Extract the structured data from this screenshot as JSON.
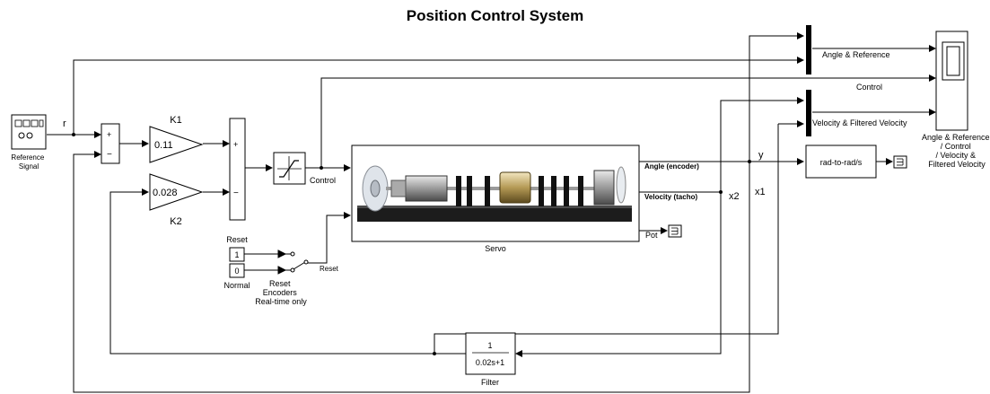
{
  "title": "Position Control System",
  "blocks": {
    "reference_signal": "Reference\nSignal",
    "sum1_plus": "+",
    "sum1_minus": "−",
    "gain_k1_label": "K1",
    "gain_k1_value": "0.11",
    "gain_k2_label": "K2",
    "gain_k2_value": "0.028",
    "sum2_plus": "+",
    "sum2_minus": "−",
    "saturation_label": "Control",
    "servo_label": "Servo",
    "servo_angle_port": "Angle (encoder)",
    "servo_velocity_port": "Velocity (tacho)",
    "servo_pot_port": "Pot",
    "const_reset_label": "Reset",
    "const_reset_value": "1",
    "const_normal_label": "Normal",
    "const_normal_value": "0",
    "switch_out_label": "Reset",
    "switch_caption": "Reset\nEncoders\nReal-time only",
    "filter_num": "1",
    "filter_den": "0.02s+1",
    "filter_label": "Filter",
    "rad_to_rad_s": "rad-to-rad/s",
    "scope_label": "Angle & Reference\n/ Control\n/ Velocity &\nFiltered Velocity"
  },
  "signals": {
    "r": "r",
    "y": "y",
    "x1": "x1",
    "x2": "x2",
    "control_wire": "Control",
    "mux1_out": "Angle & Reference",
    "mux2_out": "Velocity & Filtered Velocity"
  },
  "icons": {
    "scope": "scope-icon",
    "saturation": "saturation-icon",
    "switch": "manual-switch-icon",
    "terminator": "terminator-icon",
    "signal_generator": "signal-generator-icon"
  }
}
